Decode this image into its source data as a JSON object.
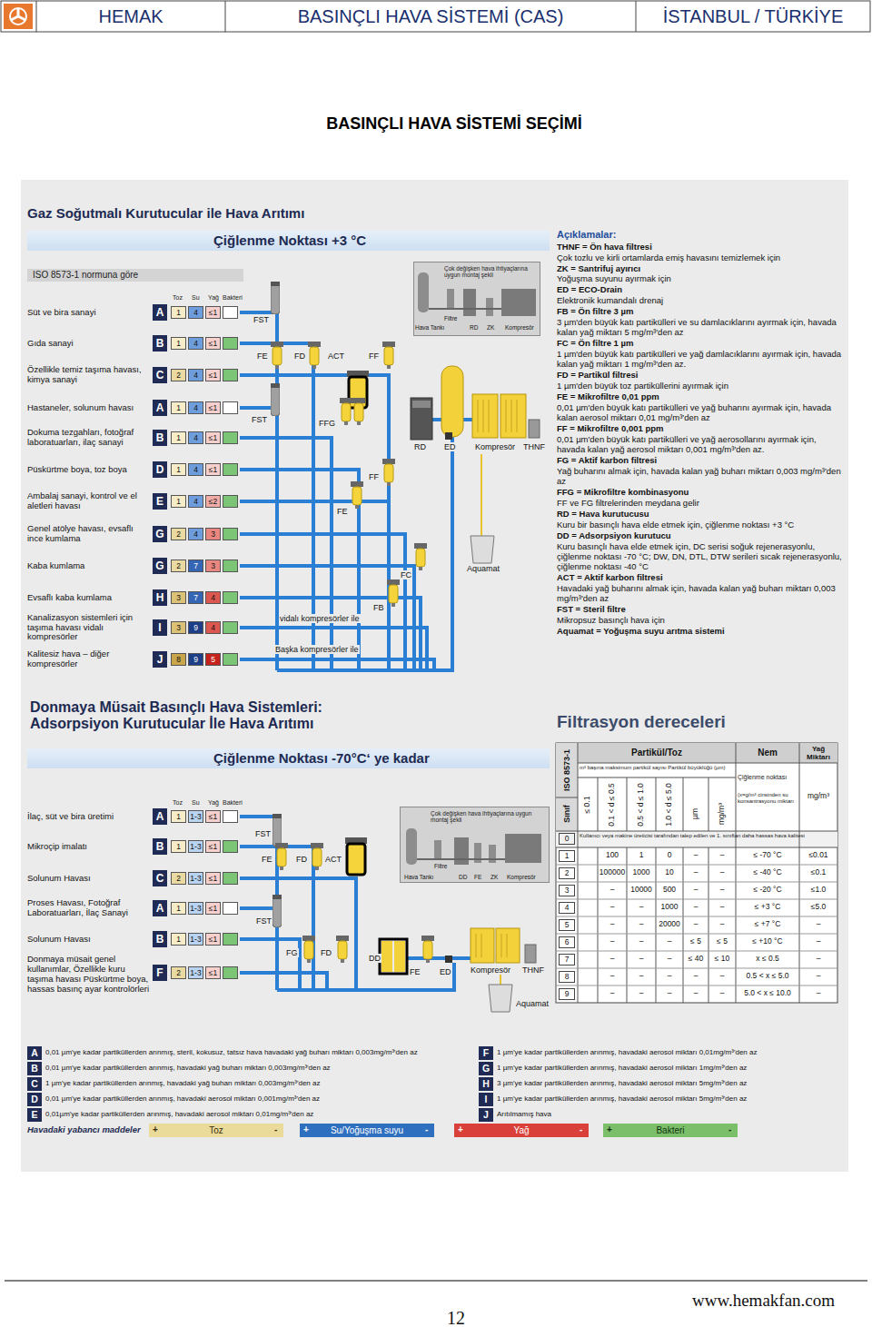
{
  "diagram": {
    "title": "BASINÇLI HAVA SİSTEMİ SEÇİMİ",
    "nodes": [
      {
        "text": [
          "Çiğlenme Noktası +3 °C"
        ]
      },
      {
        "text": [
          "ISO 8573-1 normuna göre"
        ]
      },
      {
        "text": [
          "Çok değişken hava ihtiyaçlarına uygun montaj şekli"
        ]
      },
      {
        "text": [
          "Çiğlenme Noktası -70°C‘ ye kadar"
        ]
      },
      {
        "text": [
          "Çok değişken hava ihtiyaçlarına uygun montaj şekli"
        ]
      }
    ],
    "labels": [
      "HEMAK",
      "BASINÇLI HAVA SİSTEMİ (CAS)",
      "İSTANBUL / TÜRKİYE",
      "Gaz Soğutmalı Kurutucular ile Hava Arıtımı",
      "Toz",
      "Su",
      "Yağ",
      "Bakteri",
      "Süt ve bira sanayi",
      "A",
      "1",
      "4",
      "≤1",
      "Gıda sanayi",
      "B",
      "1",
      "4",
      "≤1",
      "Özellikle temiz taşıma havası, kimya sanayi",
      "C",
      "2",
      "4",
      "≤1",
      "Hastaneler, solunum havası",
      "A",
      "1",
      "4",
      "≤1",
      "Dokuma tezgahları, fotoğraf laboratuarları, ilaç sanayi",
      "B",
      "1",
      "4",
      "≤1",
      "Püskürtme boya, toz boya",
      "D",
      "1",
      "4",
      "≤1",
      "Ambalaj sanayi, kontrol ve el aletleri havası",
      "E",
      "1",
      "4",
      "≤2",
      "Genel atölye havası, evsaflı ince kumlama",
      "G",
      "2",
      "4",
      "3",
      "Kaba kumlama",
      "G",
      "2",
      "7",
      "3",
      "Evsaflı kaba kumlama",
      "H",
      "3",
      "7",
      "4",
      "Kanalizasyon sistemleri için taşıma havası vidalı kompresörler",
      "I",
      "3",
      "9",
      "4",
      "Kalitesiz hava – diğer kompresörler",
      "J",
      "8",
      "9",
      "5",
      "FST",
      "FE",
      "FD",
      "ACT",
      "FF",
      "FST",
      "FFG",
      "FF",
      "FE",
      "FC",
      "FB",
      "RD",
      "ED",
      "Kompresör",
      "THNF",
      "Aquamat",
      "vidalı kompresörler ile",
      "Başka kompresörler ile",
      "Filtre",
      "Hava Tankı",
      "RD",
      "ZK",
      "Kompresör",
      "Açıklamalar:",
      "THNF = Ön hava filtresi",
      "Çok tozlu ve kirli ortamlarda emiş havasını temizlemek için",
      "ZK = Santrifuj ayırıcı",
      "Yoğuşma suyunu ayırmak için",
      "ED = ECO-Drain",
      "Elektronik kumandalı drenaj",
      "FB = Ön filtre 3 µm",
      "3 µm'den büyük katı partikülleri ve su damlacıklarını ayırmak için, havada kalan yağ miktarı 5 mg/m³'den az",
      "FC = Ön filtre 1 µm",
      "1 µm'den büyük katı partikülleri ve yağ damlacıklarını ayırmak için, havada kalan yağ miktarı 1 mg/m³'den az.",
      "FD = Partikül filtresi",
      "1 µm'den büyük toz partiküllerini ayırmak için",
      "FE = Mikrofiltre 0,01 ppm",
      "0,01 µm'den büyük katı partikülleri ve yağ buharını ayırmak için, havada kalan aerosol miktarı 0,01 mg/m³'den az",
      "FF = Mikrofiltre 0,001 ppm",
      "0,01 µm'den büyük katı partikülleri ve yağ aerosollarını ayırmak için, havada kalan yağ aerosol miktarı 0,001 mg/m³'den az.",
      "FG = Aktif karbon filtresi",
      "Yağ buharını almak için, havada kalan yağ buharı miktarı 0,003 mg/m³'den az",
      "FFG = Mikrofiltre kombinasyonu",
      "FF ve FG filtrelerinden meydana gelir",
      "RD = Hava kurutucusu",
      "Kuru bir basınçlı hava elde etmek için, çiğlenme noktası +3 °C",
      "DD = Adsorpsiyon kurutucu",
      "Kuru basınçlı hava elde etmek için, DC serisi soğuk rejenerasyonlu, çiğlenme noktası -70 °C; DW, DN, DTL, DTW serileri sıcak rejenerasyonlu, çiğlenme noktası -40 °C",
      "ACT = Aktif karbon filtresi",
      "Havadaki yağ buharını almak için, havada kalan yağ buharı miktarı 0,003 mg/m³'den az",
      "FST = Steril filtre",
      "Mikropsuz basınçlı hava için",
      "Aquamat = Yoğuşma suyu arıtma sistemi",
      "Donmaya Müsait Basınçlı Hava Sistemleri: Adsorpsiyon Kurutucular İle Hava Arıtımı",
      "Toz",
      "Su",
      "Yağ",
      "Bakteri",
      "İlaç, süt ve bira üretimi",
      "A",
      "1",
      "1-3",
      "≤1",
      "Mikroçip imalatı",
      "B",
      "1",
      "1-3",
      "≤1",
      "Solunum Havası",
      "C",
      "2",
      "1-3",
      "≤1",
      "Proses Havası, Fotoğraf Laboratuarları, İlaç Sanayi",
      "A",
      "1",
      "1-3",
      "≤1",
      "Solunum Havası",
      "B",
      "1",
      "1-3",
      "≤1",
      "Donmaya müsait genel kullanımlar, Özellikle kuru taşıma havası Püskürtme boya, hassas basınç ayar kontrolörleri",
      "F",
      "2",
      "1-3",
      "≤1",
      "FST",
      "FE",
      "FD",
      "ACT",
      "FST",
      "FG",
      "FD",
      "DD",
      "FE",
      "ED",
      "Kompresör",
      "THNF",
      "Aquamat",
      "Filtre",
      "Hava Tankı",
      "DD",
      "FE",
      "ZK",
      "Kompresör",
      "Filtrasyon dereceleri",
      "ISO 8573-1",
      "Partikül/Toz",
      "Nem",
      "Yağ Miktarı",
      "m³ başına maksimum partikül sayısı Partikül büyüklüğü (µm)",
      "Çiğlenme noktası",
      "Sınıf",
      "≤ 0.1",
      "0.1 < d ≤ 0.5",
      "0.5 < d ≤ 1.0",
      "1.0 < d ≤ 5.0",
      "µm",
      "mg/m³",
      "(x=g/m³ cinsinden su konsantrasyonu miktarı",
      "mg/m³",
      "0",
      "Kullanıcı veya makine üreticisi tarafından talep edilen ve 1. sınıftan daha hassas hava kalitesi",
      "1",
      "100",
      "1",
      "0",
      "–",
      "–",
      "≤ -70 °C",
      "≤0.01",
      "2",
      "100000",
      "1000",
      "10",
      "–",
      "–",
      "≤ -40 °C",
      "≤0.1",
      "3",
      "–",
      "10000",
      "500",
      "–",
      "–",
      "≤ -20 °C",
      "≤1.0",
      "4",
      "–",
      "–",
      "1000",
      "–",
      "–",
      "≤ +3 °C",
      "≤5.0",
      "5",
      "–",
      "–",
      "20000",
      "–",
      "–",
      "≤ +7 °C",
      "–",
      "6",
      "–",
      "–",
      "–",
      "≤ 5",
      "≤ 5",
      "≤ +10 °C",
      "–",
      "7",
      "–",
      "–",
      "–",
      "≤ 40",
      "≤ 10",
      "x ≤ 0.5",
      "–",
      "8",
      "–",
      "–",
      "–",
      "–",
      "–",
      "0.5 < x ≤ 5.0",
      "–",
      "9",
      "–",
      "–",
      "–",
      "–",
      "–",
      "5.0 < x ≤ 10.0",
      "–",
      "A",
      "0,01 µm'ye kadar partiküllerden arınmış, steril, kokusuz, tatsız hava havadaki yağ buharı miktarı 0,003mg/m³'den az",
      "B",
      "0,01 µm'ye kadar partiküllerden arınmış, havadaki yağ buharı miktarı 0,003mg/m³'den az",
      "C",
      "1 µm'ye kadar partiküllerden arınmış, havadaki yağ buharı miktarı 0,003mg/m³'den az",
      "D",
      "0,01 µm'ye kadar partiküllerden arınmış, havadaki aerosol miktarı 0,001mg/m³'den az",
      "E",
      "0,01µm'ye kadar partiküllerden arınmış, havadaki aerosol miktarı 0,01mg/m³'den az",
      "F",
      "1 µm'ye kadar partiküllerden arınmış, havadaki aerosol miktarı 0,01mg/m³'den az",
      "G",
      "1 µm'ye kadar partiküllerden arınmış, havadaki aerosol miktarı 1mg/m³'den az",
      "H",
      "3 µm'ye kadar partiküllerden arınmış, havadaki aerosol miktarı 5mg/m³'den az",
      "I",
      "1 µm'ye kadar partiküllerden arınmış, havadaki aerosol miktarı 5mg/m³'den az",
      "J",
      "Arıtılmamış hava",
      "Havadaki yabancı maddeler",
      "+",
      "-",
      "+",
      "-",
      "+",
      "-",
      "+",
      "-",
      "12",
      "www.hemakfan.com"
    ],
    "legend": [
      {
        "text": "Toz",
        "color": "#eadb9a"
      },
      {
        "text": "Su/Yoğuşma suyu",
        "color": "#2f6fc0"
      },
      {
        "text": "Yağ",
        "color": "#d9403a"
      },
      {
        "text": "Bakteri",
        "color": "#7cbf6a"
      }
    ]
  }
}
